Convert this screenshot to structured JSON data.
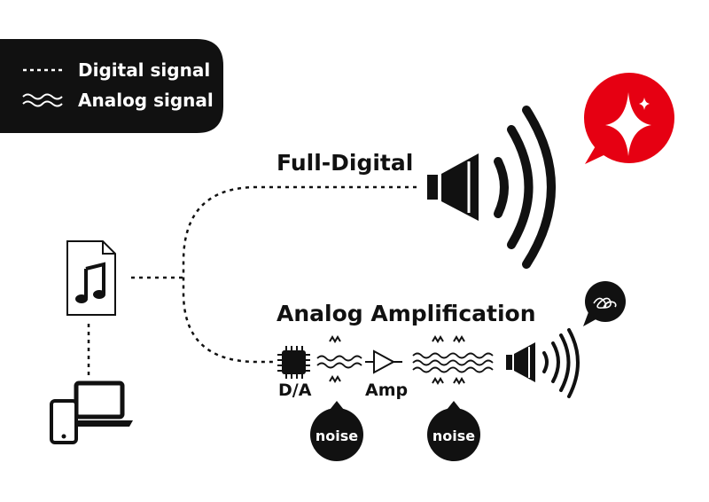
{
  "legend": {
    "digital_label": "Digital signal",
    "analog_label": "Analog signal"
  },
  "paths": {
    "full_digital_label": "Full-Digital",
    "analog_amplification_label": "Analog Amplification"
  },
  "stages": {
    "dac_label": "D/A",
    "amp_label": "Amp",
    "noise_label_1": "noise",
    "noise_label_2": "noise"
  },
  "icons": {
    "audio_file": "music-file-icon",
    "devices": "phone-laptop-icon",
    "chip": "dac-chip-icon",
    "amplifier": "amplifier-triangle-icon",
    "speaker_large": "speaker-sound-waves-icon",
    "speaker_small": "speaker-sound-waves-icon",
    "sparkle_bubble": "sparkle-speech-bubble-icon",
    "scribble_bubble": "scribble-speech-bubble-icon"
  },
  "colors": {
    "ink": "#111111",
    "accent_red": "#e60012",
    "background": "#ffffff"
  }
}
